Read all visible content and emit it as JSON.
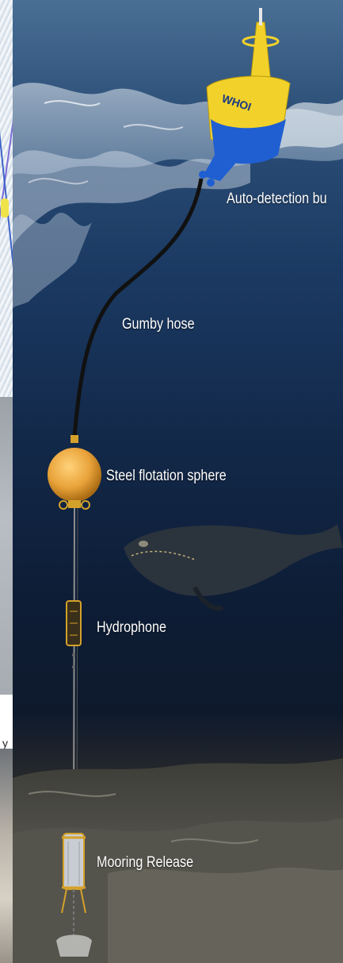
{
  "labels": {
    "buoy": "Auto-detection bu",
    "hose": "Gumby hose",
    "sphere": "Steel flotation sphere",
    "hydrophone": "Hydrophone",
    "release": "Mooring Release"
  },
  "buoy_logo": "WHOI",
  "left_fragment": "y",
  "colors": {
    "buoy_yellow": "#f2d22a",
    "buoy_blue": "#1f5fd1",
    "sphere_orange": "#e9a33a",
    "label_text": "#ffffff"
  }
}
